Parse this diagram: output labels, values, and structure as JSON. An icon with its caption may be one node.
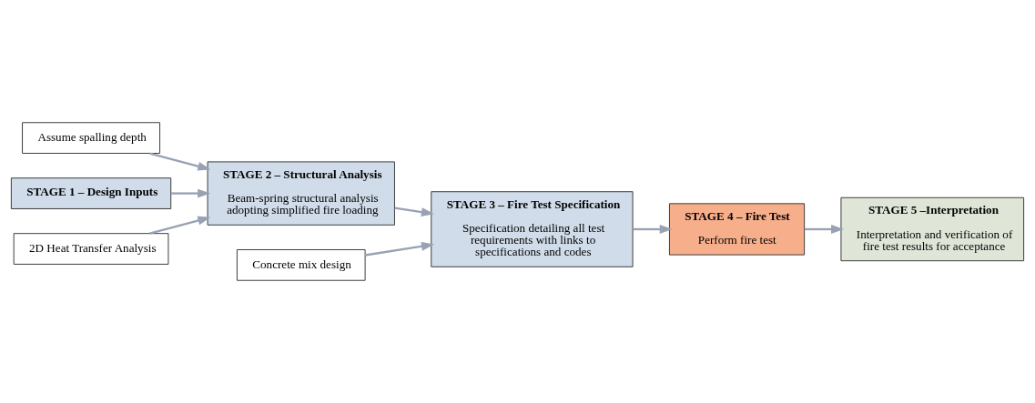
{
  "diagram": {
    "nodes": [
      {
        "text": [
          "Assume spalling depth"
        ]
      },
      {
        "text": [
          "STAGE 1 – Design Inputs"
        ]
      },
      {
        "text": [
          "STAGE 2 – Structural Analysis",
          "Beam-spring structural analysis adopting simplified fire loading"
        ]
      },
      {
        "text": [
          "2D Heat Transfer Analysis"
        ]
      },
      {
        "text": [
          "Concrete mix design"
        ]
      },
      {
        "text": [
          "STAGE 3 – Fire Test Specification",
          "Specification detailing all test requirements with links to specifications and codes"
        ]
      },
      {
        "text": [
          "STAGE 5 –Interpretation",
          "Interpretation and verification of fire test results for acceptance"
        ]
      },
      {
        "text": [
          "STAGE 4 – Fire Test",
          "Perform fire test"
        ]
      }
    ],
    "edges": [
      {
        "from": 1,
        "to": 2,
        "arrow": "to"
      },
      {
        "from": 0,
        "to": 2,
        "arrow": "to"
      },
      {
        "from": 3,
        "to": 2,
        "arrow": "to"
      },
      {
        "from": 2,
        "to": 5,
        "arrow": "to"
      },
      {
        "from": 4,
        "to": 5,
        "arrow": "to"
      },
      {
        "from": 5,
        "to": 7,
        "arrow": "to"
      },
      {
        "from": 7,
        "to": 6,
        "arrow": "to"
      }
    ]
  }
}
